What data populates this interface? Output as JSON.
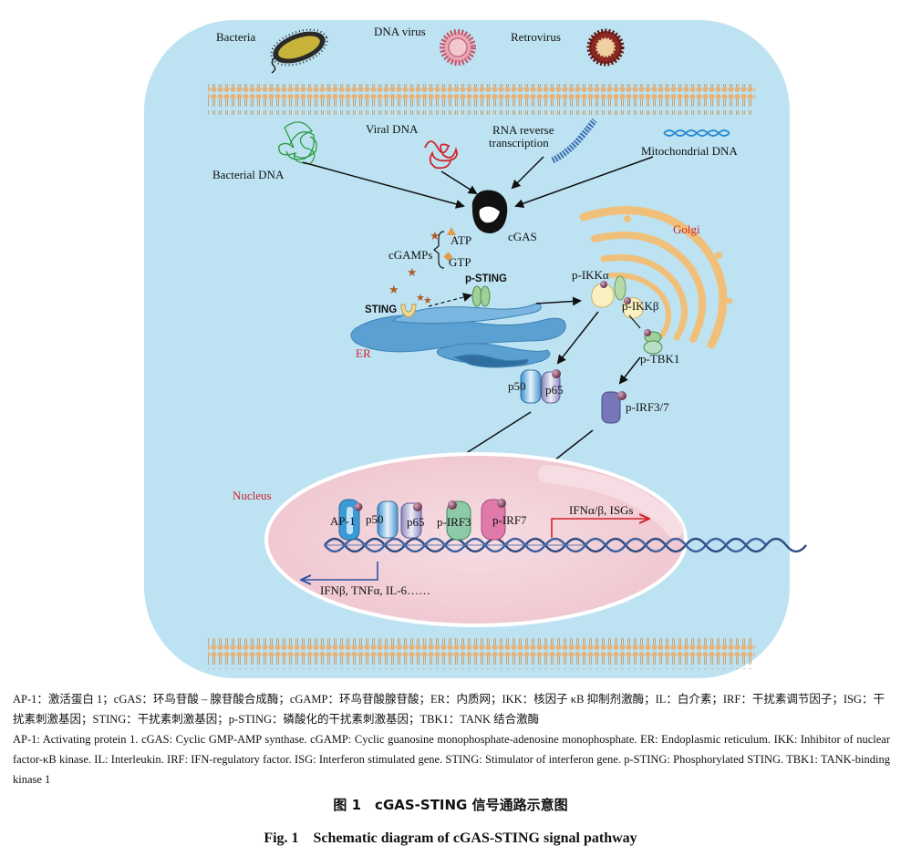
{
  "diagram": {
    "pathogens": {
      "bacteria": "Bacteria",
      "dna_virus": "DNA virus",
      "retrovirus": "Retrovirus"
    },
    "sources": {
      "bacterial_dna": "Bacterial  DNA",
      "viral_dna": "Viral DNA",
      "rna_rt_line1": "RNA reverse",
      "rna_rt_line2": "transcription",
      "mito_dna": "Mitochondrial DNA"
    },
    "cgas": "cGAS",
    "atp": "ATP",
    "gtp": "GTP",
    "cgamps": "cGAMPs",
    "sting": "STING",
    "p_sting": "p-STING",
    "er": "ER",
    "golgi": "Golgi",
    "p_ikka": "p-IKKα",
    "p_ikkb": "p-IKKβ",
    "p_tbk1": "p-TBK1",
    "p50": "p50",
    "p65": "p65",
    "p_irf37": "p-IRF3/7",
    "nucleus": "Nucleus",
    "ap1": "AP-1",
    "nuc_p50": "p50",
    "nuc_p65": "p65",
    "p_irf3": "p-IRF3",
    "p_irf7": "p-IRF7",
    "ifn_out": "IFNα/β, ISGs",
    "cytokines_out": "IFNβ, TNFα, IL-6……"
  },
  "colors": {
    "cell": "#bde3f3",
    "membrane": "#e4b27a",
    "er": "#5aa0d2",
    "golgi": "#f0c07a",
    "nucleus": "#f3cdd6",
    "dna_helix": "#2d4a82",
    "accent_red": "#d2232a",
    "accent_blue": "#2f55a4"
  },
  "caption": {
    "cn": "AP-1：激活蛋白 1；cGAS：环鸟苷酸 – 腺苷酸合成酶；cGAMP：环鸟苷酸腺苷酸；ER：内质网；IKK：核因子 κB 抑制剂激酶；IL：白介素；IRF：干扰素调节因子；ISG：干扰素刺激基因；STING：干扰素刺激基因；p-STING：磷酸化的干扰素刺激基因；TBK1：TANK 结合激酶",
    "en": "AP-1: Activating protein 1. cGAS: Cyclic GMP-AMP synthase. cGAMP: Cyclic guanosine monophosphate-adenosine monophosphate. ER: Endoplasmic reticulum. IKK: Inhibitor of nuclear factor-κB kinase. IL: Interleukin. IRF: IFN-regulatory factor. ISG: Interferon stimulated gene. STING: Stimulator of interferon gene. p-STING: Phosphorylated STING. TBK1: TANK-binding kinase 1"
  },
  "title": {
    "cn": "图 1　cGAS-STING 信号通路示意图",
    "en": "Fig. 1　Schematic diagram of cGAS-STING signal pathway"
  }
}
